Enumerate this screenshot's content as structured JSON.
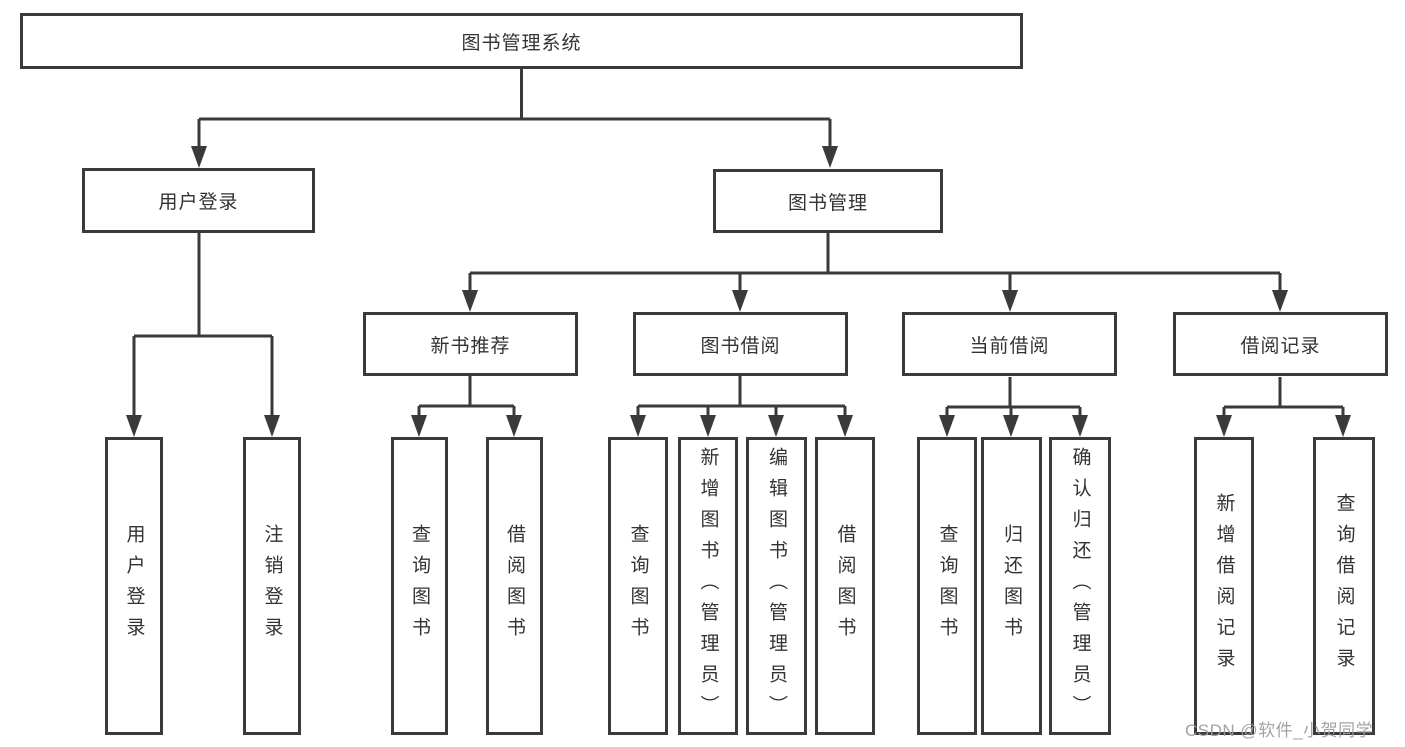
{
  "diagram": {
    "root": {
      "label": "图书管理系统"
    },
    "level2": {
      "user_login": {
        "label": "用户登录"
      },
      "book_mgmt": {
        "label": "图书管理"
      }
    },
    "level3": {
      "new_book": {
        "label": "新书推荐"
      },
      "book_borrow": {
        "label": "图书借阅"
      },
      "current_borrow": {
        "label": "当前借阅"
      },
      "borrow_record": {
        "label": "借阅记录"
      }
    },
    "leaves": {
      "user_login_1": {
        "label": "用户登录"
      },
      "user_login_2": {
        "label": "注销登录"
      },
      "new_book_1": {
        "label": "查询图书"
      },
      "new_book_2": {
        "label": "借阅图书"
      },
      "book_borrow_1": {
        "label": "查询图书"
      },
      "book_borrow_2": {
        "label": "新增图书（管理员）"
      },
      "book_borrow_3": {
        "label": "编辑图书（管理员）"
      },
      "book_borrow_4": {
        "label": "借阅图书"
      },
      "current_borrow_1": {
        "label": "查询图书"
      },
      "current_borrow_2": {
        "label": "归还图书"
      },
      "current_borrow_3": {
        "label": "确认归还（管理员）"
      },
      "borrow_record_1": {
        "label": "新增借阅记录"
      },
      "borrow_record_2": {
        "label": "查询借阅记录"
      }
    },
    "watermark": "CSDN @软件_小贺同学",
    "colors": {
      "line": "#3a3a3a",
      "text": "#333333",
      "watermark": "#9e9e9e",
      "background": "#ffffff"
    }
  }
}
